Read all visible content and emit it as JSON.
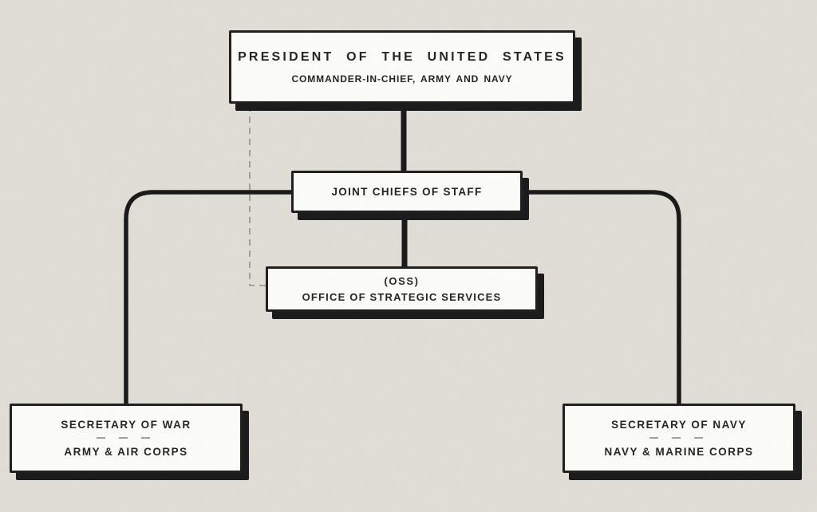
{
  "colors": {
    "bg": "#e0ded6",
    "box-fill": "#fdfdfa",
    "box-border": "#1b1b1b",
    "shadow": "#161616",
    "line": "#141414",
    "dashed-line": "#8f8f8f",
    "text": "#1f1f1f"
  },
  "nodes": {
    "president": {
      "title": "PRESIDENT OF THE UNITED STATES",
      "subtitle": "COMMANDER-IN-CHIEF, ARMY AND NAVY"
    },
    "joint_chiefs": {
      "title": "JOINT CHIEFS OF STAFF"
    },
    "oss": {
      "title": "(OSS)",
      "subtitle": "OFFICE OF STRATEGIC SERVICES"
    },
    "war": {
      "title": "SECRETARY OF WAR",
      "divider": "— — —",
      "subtitle": "ARMY & AIR CORPS"
    },
    "navy": {
      "title": "SECRETARY OF NAVY",
      "divider": "— — —",
      "subtitle": "NAVY & MARINE CORPS"
    }
  },
  "edges": [
    {
      "from": "president",
      "to": "joint_chiefs",
      "style": "solid"
    },
    {
      "from": "joint_chiefs",
      "to": "oss",
      "style": "solid"
    },
    {
      "from": "joint_chiefs",
      "to": "war",
      "style": "solid"
    },
    {
      "from": "joint_chiefs",
      "to": "navy",
      "style": "solid"
    },
    {
      "from": "president",
      "to": "oss",
      "style": "dashed"
    }
  ]
}
